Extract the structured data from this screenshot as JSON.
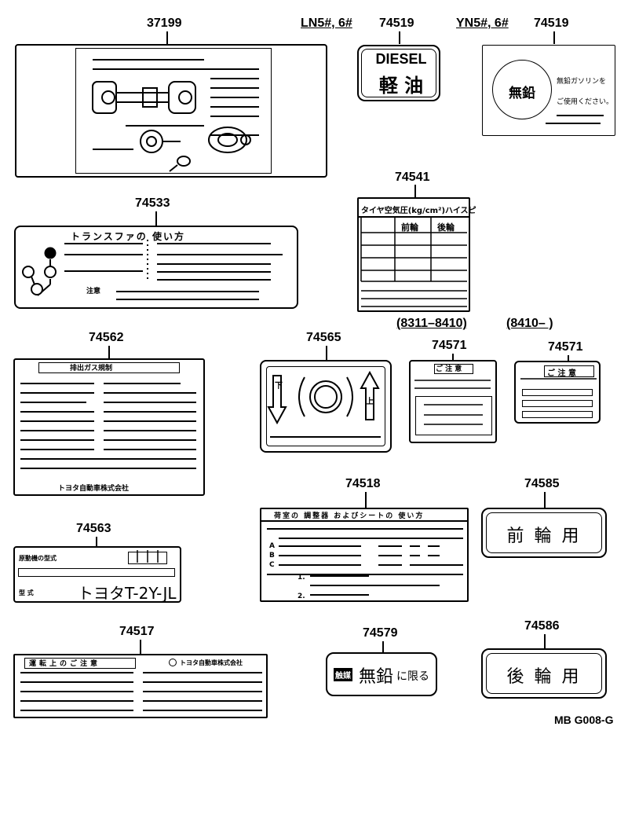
{
  "parts": {
    "p37199": "37199",
    "p74519a": "74519",
    "p74519b": "74519",
    "p74533": "74533",
    "p74541": "74541",
    "p74562": "74562",
    "p74565": "74565",
    "p74571a": "74571",
    "p74571b": "74571",
    "p74518": "74518",
    "p74585": "74585",
    "p74563": "74563",
    "p74517": "74517",
    "p74579": "74579",
    "p74586": "74586"
  },
  "variants": {
    "ln": "LN5#, 6#",
    "yn": "YN5#, 6#",
    "range_a": "(8311–8410)",
    "range_b": "(8410–        )"
  },
  "labels": {
    "diesel_en": "DIESEL",
    "diesel_jp": "軽 油",
    "unleaded": "無鉛",
    "unleaded_note1": "無鉛ガソリンを",
    "unleaded_note2": "ご使用ください。",
    "transfer_title": "トランスファの 使い方",
    "transfer_caution": "注意",
    "tire_title": "タイヤ空気圧(kg/cm²)ハイスピ",
    "tire_front": "前輪",
    "tire_rear": "後輪",
    "emission_title": "排出ガス規制",
    "maker": "トヨタ自動車株式会社",
    "lever_down": "下",
    "lever_up": "上",
    "caution_a": "ご 注 意",
    "caution_b": "ご 注 意",
    "seat_title": "荷室の 調整器 およびシートの 使い方",
    "seat_a": "A",
    "seat_b": "B",
    "seat_c": "C",
    "seat_1": "1.",
    "seat_2": "2.",
    "front_wheel": "前 輪 用",
    "engine_label": "原動機の型式",
    "engine_type": "トヨタT-2Y-JL",
    "engine_model": "型 式",
    "driving_caution": "運転上のご注意",
    "unleaded_only_mark": "触媒",
    "unleaded_only": "無鉛",
    "unleaded_only_suffix": "に限る",
    "rear_wheel": "後 輪 用"
  },
  "diagram_code": "MB G008-G"
}
